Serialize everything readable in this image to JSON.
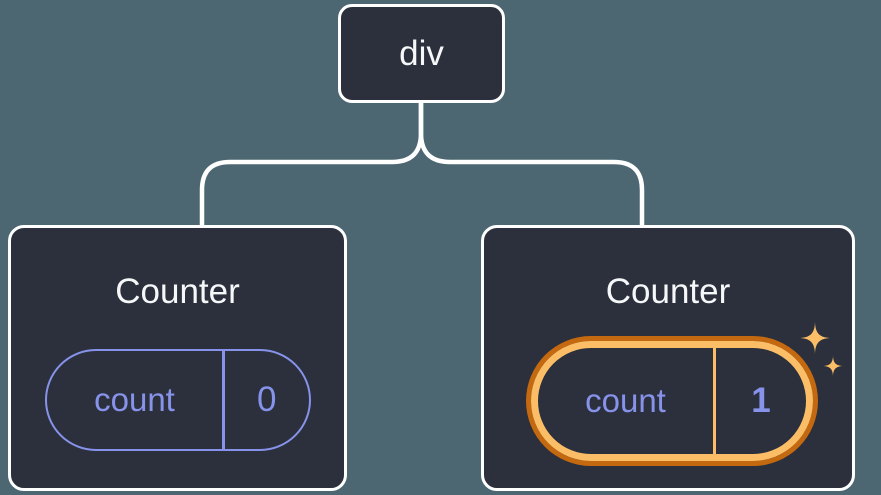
{
  "palette": {
    "background": "#4C6771",
    "card_fill": "#2B303C",
    "card_border": "#FFFFFF",
    "text_light": "#F6F7F9",
    "state_purple": "#8792EA",
    "highlight_orange": "#FBBE66",
    "highlight_orange_dark": "#C4690F"
  },
  "tree": {
    "root": {
      "label": "div"
    },
    "children": [
      {
        "title": "Counter",
        "state": {
          "name": "count",
          "value": "0"
        },
        "highlighted": false
      },
      {
        "title": "Counter",
        "state": {
          "name": "count",
          "value": "1"
        },
        "highlighted": true
      }
    ]
  },
  "icons": {
    "sparkles_glyph": "✦"
  }
}
